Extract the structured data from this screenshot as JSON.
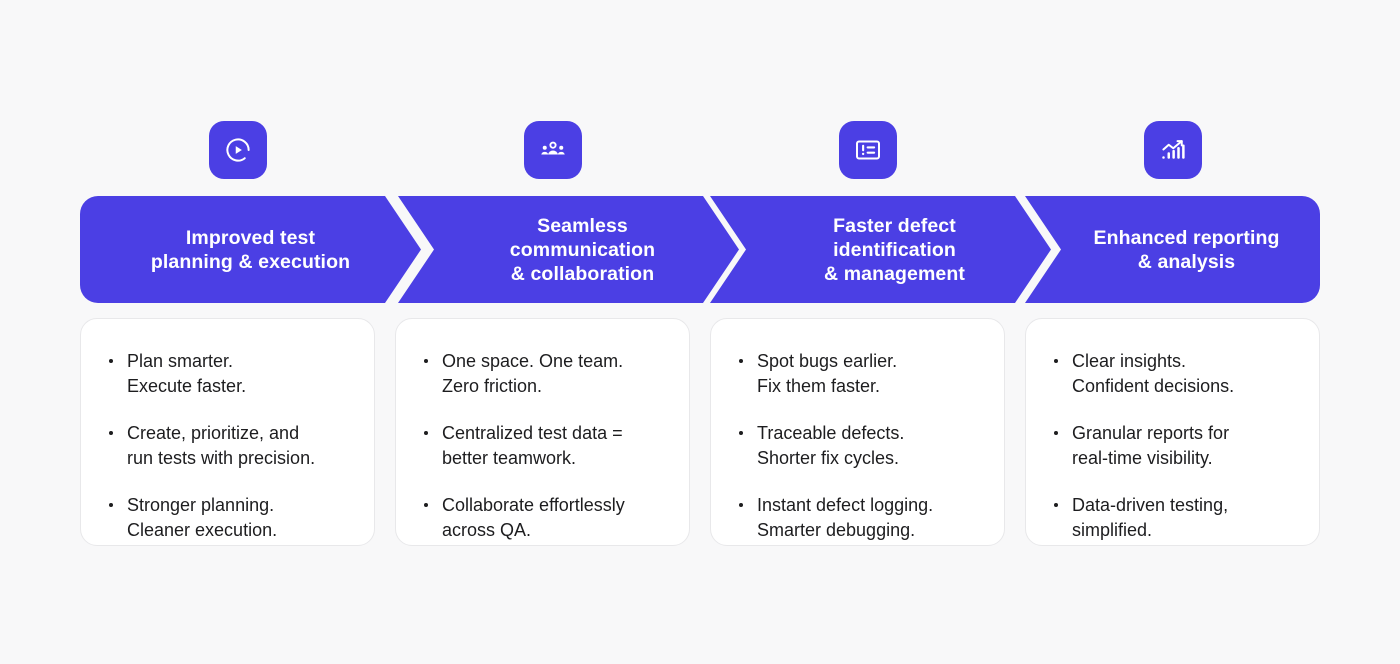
{
  "theme": {
    "accent": "#4b3fe4",
    "background": "#f8f8f9",
    "card_background": "#ffffff",
    "card_border": "#e8e8ea",
    "chevron_text": "#ffffff",
    "body_text": "#1d1d1f"
  },
  "steps": [
    {
      "icon": "play-circle-icon",
      "title": "Improved test\nplanning & execution",
      "bullets": [
        "Plan smarter.\nExecute faster.",
        "Create, prioritize, and\nrun tests with precision.",
        "Stronger planning.\nCleaner execution."
      ]
    },
    {
      "icon": "people-group-icon",
      "title": "Seamless\ncommunication\n& collaboration",
      "bullets": [
        "One space. One team.\nZero friction.",
        "Centralized test data =\nbetter teamwork.",
        "Collaborate effortlessly\nacross QA."
      ]
    },
    {
      "icon": "defect-report-icon",
      "title": "Faster defect\nidentification\n& management",
      "bullets": [
        "Spot bugs earlier.\nFix them faster.",
        "Traceable defects.\nShorter fix cycles.",
        "Instant defect logging.\nSmarter debugging."
      ]
    },
    {
      "icon": "bar-chart-trend-icon",
      "title": "Enhanced reporting\n& analysis",
      "bullets": [
        "Clear insights.\nConfident decisions.",
        "Granular reports for\nreal-time visibility.",
        "Data-driven testing,\nsimplified."
      ]
    }
  ]
}
